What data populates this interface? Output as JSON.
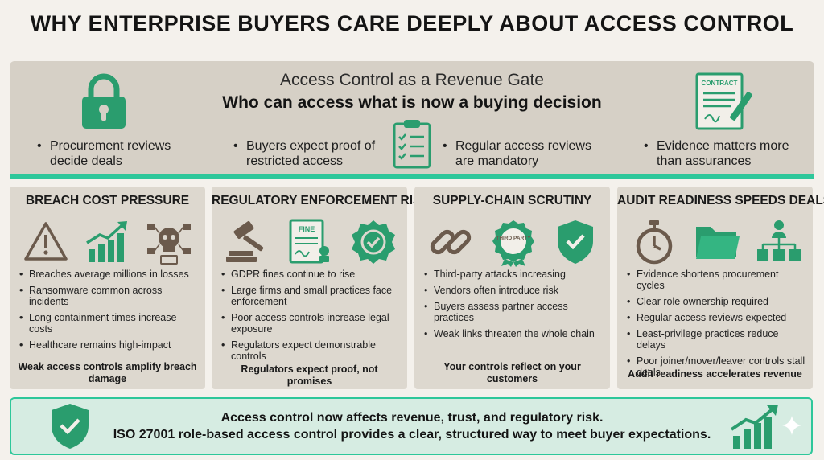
{
  "title": "WHY ENTERPRISE BUYERS CARE DEEPLY ABOUT ACCESS CONTROL",
  "hero": {
    "subtitle": "Access Control as a Revenue Gate",
    "headline": "Who can access what is now a buying decision",
    "contract_label": "CONTRACT",
    "bullets": [
      "Procurement reviews decide deals",
      "Buyers expect proof of restricted access",
      "Regular access reviews are mandatory",
      "Evidence matters more than assurances"
    ]
  },
  "cards": [
    {
      "title": "BREACH COST PRESSURE",
      "icons": [
        "warning-icon",
        "rising-chart-icon",
        "skull-network-icon"
      ],
      "bullets": [
        "Breaches average millions in losses",
        "Ransomware common across incidents",
        "Long containment times increase costs",
        "Healthcare remains high-impact"
      ],
      "footer": "Weak access controls amplify breach damage"
    },
    {
      "title": "REGULATORY ENFORCEMENT RISK",
      "icons": [
        "gavel-icon",
        "fine-document-icon",
        "approval-badge-icon"
      ],
      "fine_label": "FINE",
      "bullets": [
        "GDPR fines continue to rise",
        "Large firms and small practices face enforcement",
        "Poor access controls increase legal exposure",
        "Regulators expect demonstrable controls"
      ],
      "footer": "Regulators expect proof, not promises"
    },
    {
      "title": "SUPPLY-CHAIN SCRUTINY",
      "icons": [
        "chain-link-icon",
        "third-party-badge-icon",
        "shield-check-icon"
      ],
      "badge_label": "THIRD PARTY",
      "bullets": [
        "Third-party attacks increasing",
        "Vendors often introduce risk",
        "Buyers assess partner access practices",
        "Weak links threaten the whole chain"
      ],
      "footer": "Your controls reflect on your customers"
    },
    {
      "title": "AUDIT READINESS SPEEDS DEALS",
      "icons": [
        "stopwatch-icon",
        "folder-icon",
        "org-chart-icon"
      ],
      "bullets": [
        "Evidence shortens procurement cycles",
        "Clear role ownership required",
        "Regular access reviews expected",
        "Least-privilege practices reduce delays",
        "Poor joiner/mover/leaver controls stall deals"
      ],
      "footer": "Audit readiness accelerates revenue"
    }
  ],
  "bottom": {
    "line1": "Access control now affects revenue, trust, and regulatory risk.",
    "line2": "ISO 27001 role-based access control provides a clear, structured way to meet buyer expectations."
  },
  "colors": {
    "accent": "#2ec79a",
    "icon_green": "#2a9d6e",
    "icon_brown": "#6b5a4c",
    "hero_bg": "#d6d0c6",
    "card_bg": "#ddd8cf",
    "bottom_bg": "#d6ece2"
  }
}
